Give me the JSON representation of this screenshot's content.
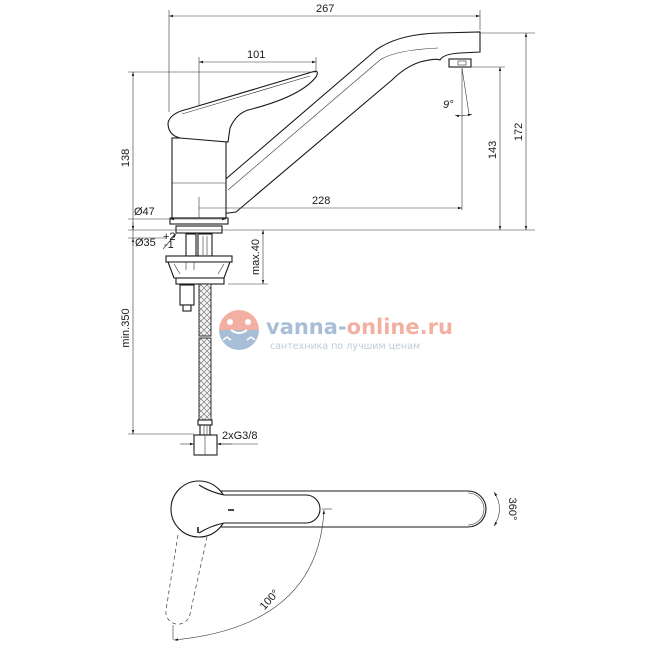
{
  "watermark": {
    "site_part1": "vanna-",
    "site_part2": "online.ru",
    "tagline": "сантехника по лучшим ценам",
    "colors": {
      "blue": "#9fb7d2",
      "salmon": "#f2a898"
    }
  },
  "dimensions": {
    "total_length": "267",
    "handle_length": "101",
    "spout_reach": "228",
    "total_height": "172",
    "spout_height": "143",
    "body_height": "138",
    "spout_angle": "9°",
    "body_diameter": "Ø47",
    "hole_diameter": "Ø35",
    "hole_tol_plus": "+2",
    "hole_tol_minus": "-1",
    "max_deck": "max.40",
    "min_hose": "min.350",
    "connection": "2xG3/8",
    "rotation": "360°",
    "handle_swing": "100°"
  }
}
